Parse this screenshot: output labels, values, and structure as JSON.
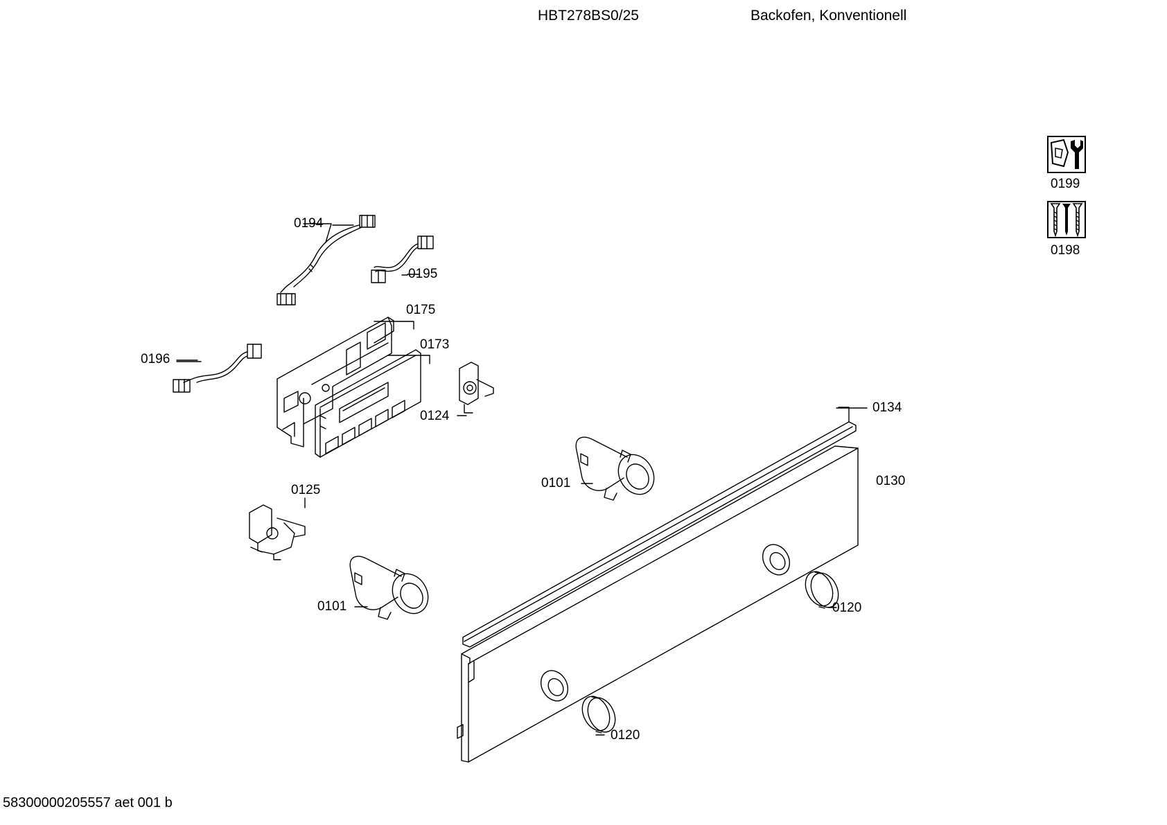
{
  "header": {
    "model": "HBT278BS0/25",
    "description": "Backofen, Konventionell"
  },
  "footer": {
    "code": "58300000205557 aet 001 b"
  },
  "kits": [
    {
      "part": "0199",
      "icon": "service-wrench-icon"
    },
    {
      "part": "0198",
      "icon": "screws-icon"
    }
  ],
  "parts": {
    "p0194": "0194",
    "p0195": "0195",
    "p0175": "0175",
    "p0173": "0173",
    "p0196": "0196",
    "p0124": "0124",
    "p0134": "0134",
    "p0130": "0130",
    "p0101a": "0101",
    "p0125": "0125",
    "p0101b": "0101",
    "p0120a": "0120",
    "p0120b": "0120"
  }
}
